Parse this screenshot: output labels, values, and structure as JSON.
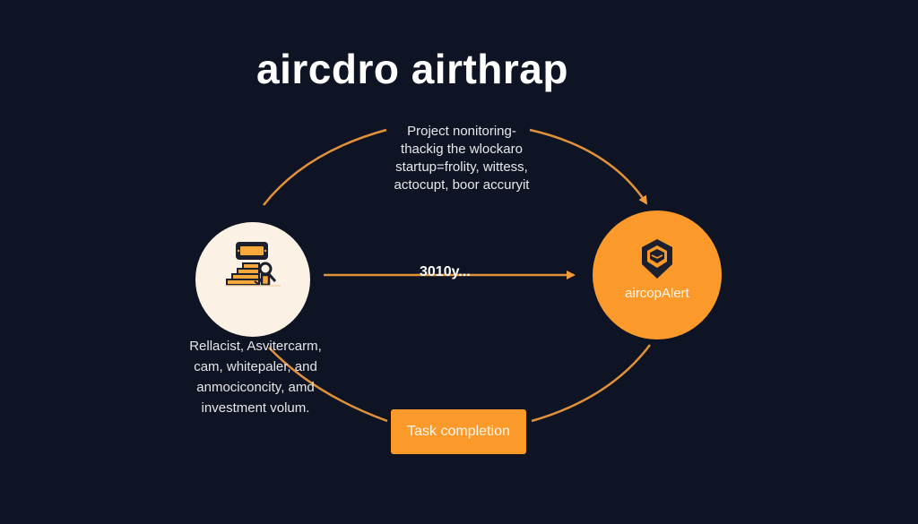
{
  "title": "aircdro airthrap",
  "colors": {
    "background": "#0f1424",
    "accent": "#fb9a2b",
    "line": "#e0913a",
    "node_light": "#fbf1e4",
    "icon_dark": "#1c1f2e"
  },
  "top_description": {
    "lines": [
      "Project nonitoring-",
      "thackig the wlockaro",
      "startup=frolity, wittess,",
      "actocupt, boor accuryit"
    ]
  },
  "left_node": {
    "icon": "stairs-award-icon",
    "caption_lines": [
      "Rellacist, Asvitercarm,",
      "cam, whitepaler, and",
      "anmociconcity, amd",
      "investment volum."
    ]
  },
  "connector": {
    "label": "3010y..."
  },
  "right_node": {
    "icon": "location-shield-icon",
    "label": "aircopAlert"
  },
  "bottom_node": {
    "label": "Task completion"
  }
}
